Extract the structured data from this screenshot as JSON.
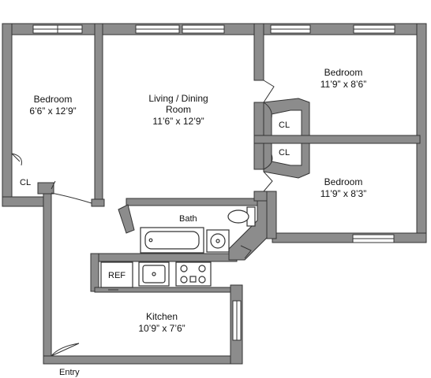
{
  "rooms": {
    "bedroom_left": {
      "name": "Bedroom",
      "dims": "6’6” x 12’9”"
    },
    "living": {
      "name_line1": "Living / Dining",
      "name_line2": "Room",
      "dims": "11’6” x 12’9”"
    },
    "bedroom_top_right": {
      "name": "Bedroom",
      "dims": "11’9” x 8’6”"
    },
    "bedroom_bottom_right": {
      "name": "Bedroom",
      "dims": "11’9” x 8’3”"
    },
    "kitchen": {
      "name": "Kitchen",
      "dims": "10’9” x 7’6”"
    }
  },
  "labels": {
    "closet_left": "CL",
    "closet_upper": "CL",
    "closet_lower": "CL",
    "bath": "Bath",
    "ref": "REF",
    "entry": "Entry"
  },
  "colors": {
    "wall": "#8c8c8c",
    "line": "#333333",
    "background": "#ffffff"
  }
}
